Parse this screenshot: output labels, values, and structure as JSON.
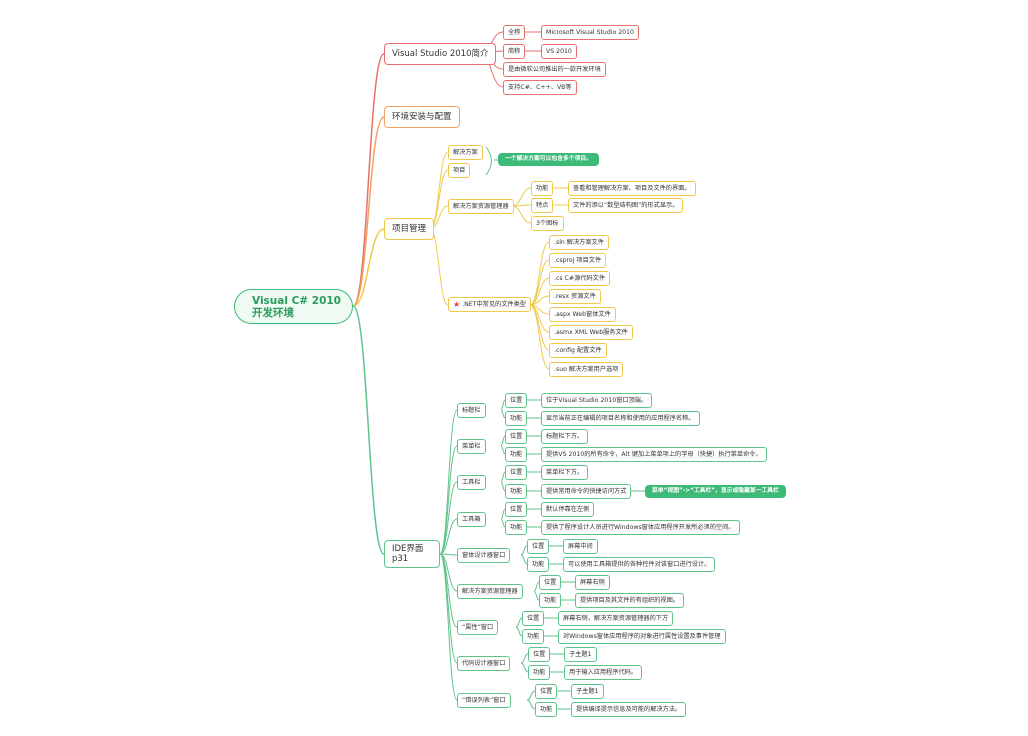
{
  "root": {
    "line1": "Visual C# 2010",
    "line2": "开发环境"
  },
  "colors": {
    "red": "#e8706c",
    "orange": "#f2a15e",
    "yellow": "#f0c94a",
    "green": "#5fc48b",
    "root": "#3dba77"
  },
  "vs": {
    "title": "Visual Studio 2010简介",
    "full_key": "全称",
    "full_val": "Microsoft Visual Studio 2010",
    "short_key": "简称",
    "short_val": "VS 2010",
    "desc1": "是由微软公司推出的一款开发环境",
    "desc2": "支持C#、C++、VB等"
  },
  "env": {
    "title": "环境安装与配置"
  },
  "proj": {
    "title": "项目管理",
    "solution": "解决方案",
    "project": "项目",
    "callout": "一个解决方案可以包含多个项目。",
    "explorer": "解决方案资源管理器",
    "func_key": "功能",
    "func_val": "查看和管理解决方案、项目及文件的界面。",
    "feat_key": "特点",
    "feat_val": "文件的添以“数型结构图”的形式显示。",
    "icons": "3个图标",
    "filetypes": ".NET中常见的文件类型",
    "files": [
      ".sln 解决方案文件",
      ".csproj 项目文件",
      ".cs C#源代码文件",
      ".resx 资源文件",
      ".aspx Web窗体文件",
      ".asmx XML Web服务文件",
      ".config 配置文件",
      ".suo 解决方案用户选项"
    ]
  },
  "ide": {
    "line1": "IDE界面",
    "line2": "p31",
    "groups": [
      {
        "name": "标题栏",
        "k1": "位置",
        "v1": "位于Visual Studio 2010窗口顶端。",
        "k2": "功能",
        "v2": "显示当前正在编辑的项目名称和使用的应用程序名称。"
      },
      {
        "name": "菜单栏",
        "k1": "位置",
        "v1": "标题栏下方。",
        "k2": "功能",
        "v2": "提供VS 2010的所有命令，Alt 键加上菜单项上的字母（快捷）执行菜单命令。"
      },
      {
        "name": "工具栏",
        "k1": "位置",
        "v1": "菜单栏下方。",
        "k2": "功能",
        "v2": "提供常用命令的快捷访问方式"
      },
      {
        "name": "工具箱",
        "k1": "位置",
        "v1": "默认停靠在左侧",
        "k2": "功能",
        "v2": "提供了程序设计人员进行Windows窗体应用程序开发所必须的空间。"
      },
      {
        "name": "窗体设计器窗口",
        "k1": "位置",
        "v1": "屏幕中间",
        "k2": "功能",
        "v2": "可以使用工具箱提供的各种控件对该窗口进行设计。"
      },
      {
        "name": "解决方案资源管理器",
        "k1": "位置",
        "v1": "屏幕右侧",
        "k2": "功能",
        "v2": "提供项目及其文件的有组织的视图。"
      },
      {
        "name": "“属性”窗口",
        "k1": "位置",
        "v1": "屏幕右侧，解决方案资源管理器的下方",
        "k2": "功能",
        "v2": "对Windows窗体应用程序的对象进行属性设置及事件管理"
      },
      {
        "name": "代码设计器窗口",
        "k1": "位置",
        "v1": "子主题1",
        "k2": "功能",
        "v2": "用于输入应用程序代码。"
      },
      {
        "name": "“错误列表”窗口",
        "k1": "位置",
        "v1": "子主题1",
        "k2": "功能",
        "v2": "提供编译提示信息及可能的解决方法。"
      }
    ],
    "toolbar_callout": "菜单“视图”->“工具栏”，显示或隐藏某一工具栏"
  }
}
